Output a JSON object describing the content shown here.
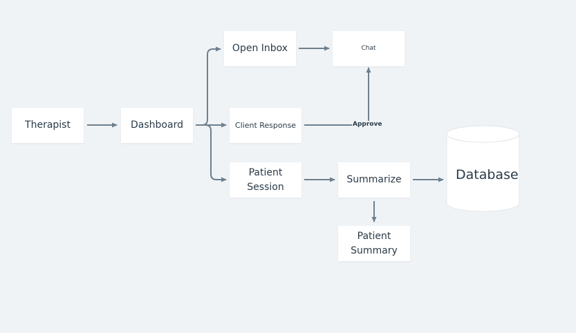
{
  "nodes": {
    "therapist": "Therapist",
    "dashboard": "Dashboard",
    "open_inbox": "Open Inbox",
    "chat": "Chat",
    "client_response": "Client Response",
    "patient_session": "Patient\nSession",
    "summarize": "Summarize",
    "patient_summary": "Patient\nSummary",
    "database": "Database"
  },
  "edge_labels": {
    "approve": "Approve"
  },
  "colors": {
    "background": "#eff3f6",
    "node_fill": "#ffffff",
    "edge": "#6e7f8d",
    "text": "#2a3a48"
  }
}
